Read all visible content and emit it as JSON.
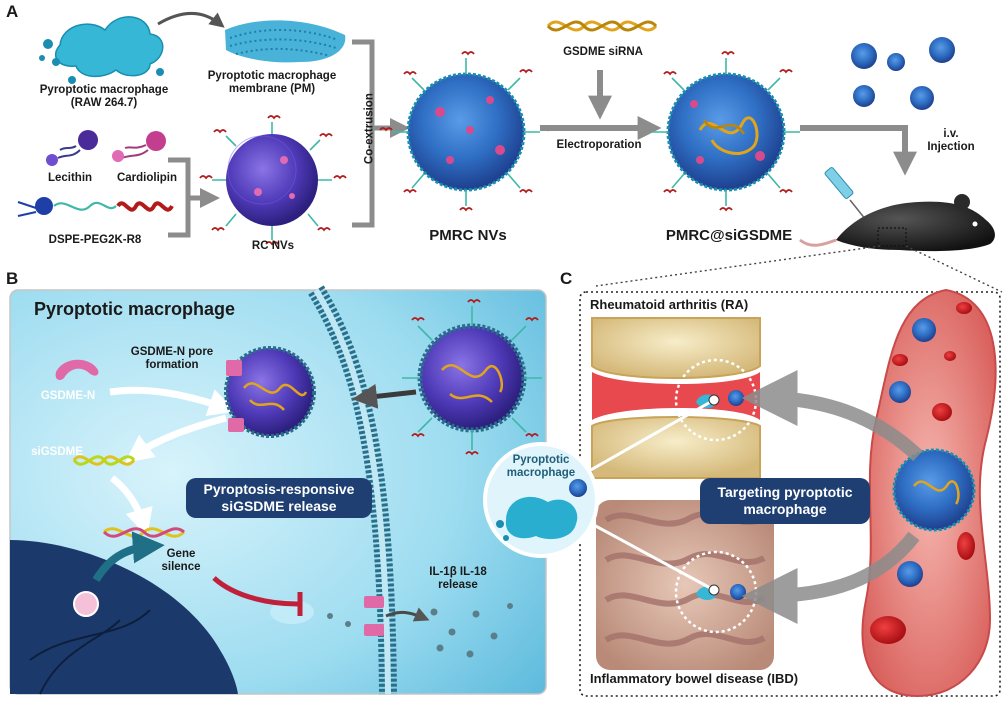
{
  "panels": {
    "a": "A",
    "b": "B",
    "c": "C"
  },
  "panel_a": {
    "macrophage": "Pyroptotic macrophage\n(RAW 264.7)",
    "membrane": "Pyroptotic macrophage\nmembrane (PM)",
    "lecithin": "Lecithin",
    "cardiolipin": "Cardiolipin",
    "dspe": "DSPE-PEG2K-R8",
    "rc_nvs": "RC NVs",
    "coextrusion": "Co-extrusion",
    "pmrc_nvs": "PMRC NVs",
    "sirna": "GSDME siRNA",
    "electroporation": "Electroporation",
    "product": "PMRC@siGSDME",
    "injection": "i.v.\nInjection"
  },
  "panel_b": {
    "title": "Pyroptotic macrophage",
    "pore": "GSDME-N pore\nformation",
    "gsdme_n": "GSDME-N",
    "sigsdme": "siGSDME",
    "release_box": "Pyroptosis-responsive\nsiGSDME release",
    "gene_silence": "Gene\nsilence",
    "il_release": "IL-1β IL-18\nrelease"
  },
  "panel_c": {
    "ra": "Rheumatoid arthritis (RA)",
    "ibd": "Inflammatory bowel disease (IBD)",
    "macrophage": "Pyroptotic\nmacrophage",
    "targeting": "Targeting pyroptotic\nmacrophage"
  },
  "colors": {
    "np_blue": "#2f6fc4",
    "np_core": "#3a3b8f",
    "membrane_cyan": "#3fb8d6",
    "cell_bg": "#aee3f3",
    "nucleus": "#1b3a6b",
    "vessel": "#e67b7b",
    "rbc": "#d62a2a",
    "box_dark": "#1f3f73",
    "sirna_gold": "#e0a51c",
    "pink": "#d94a8c",
    "arrow_gray": "#8c8c8c"
  }
}
